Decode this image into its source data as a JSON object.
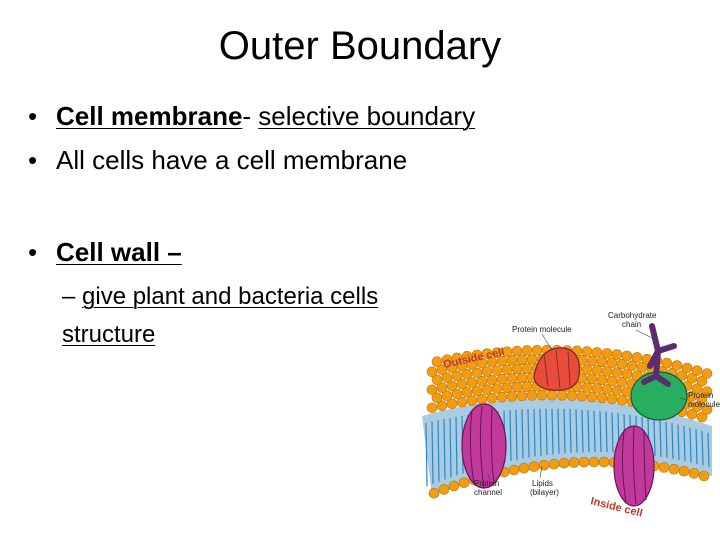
{
  "title": "Outer Boundary",
  "bullets": {
    "b1_term": "Cell membrane",
    "b1_sep": "- ",
    "b1_def": "selective boundary",
    "b2": "All cells have a cell membrane",
    "b3_term": "Cell wall –",
    "sub_dash": "– ",
    "sub_line1": "give plant and bacteria  cells",
    "sub_line2": "structure"
  },
  "diagram": {
    "labels": {
      "outside": "Outside cell",
      "inside": "Inside cell",
      "protein_top": "Protein molecule",
      "carbohydrate_1": "Carbohydrate",
      "carbohydrate_2": "chain",
      "protein_right_1": "Protein",
      "protein_right_2": "molecule",
      "protein_channel_1": "Protein",
      "protein_channel_2": "channel",
      "lipids_1": "Lipids",
      "lipids_2": "(bilayer)"
    },
    "colors": {
      "head": "#f39c12",
      "tail": "#2e86c1",
      "channel": "#c0399b",
      "protein_red": "#e74c3c",
      "protein_green": "#27ae60",
      "carb": "#5b2c6f"
    }
  }
}
